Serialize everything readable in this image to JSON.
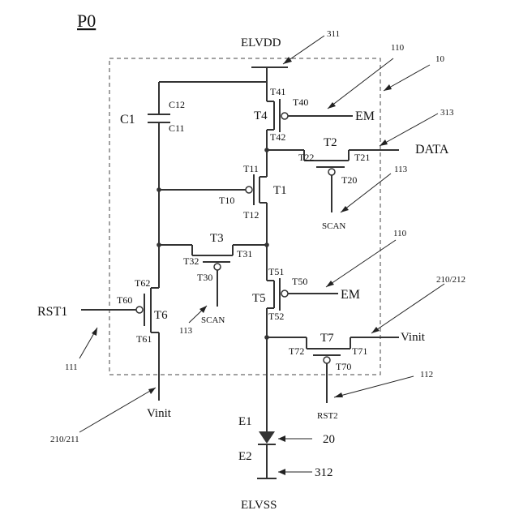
{
  "title": "P0",
  "boxes": {
    "pixel_circuit": "10"
  },
  "lines": {
    "ELVDD": "ELVDD",
    "ELVSS": "ELVSS",
    "DATA": "DATA",
    "EM_top": "EM",
    "EM_mid": "EM",
    "SCAN_t2": "SCAN",
    "SCAN_t3": "SCAN",
    "RST1": "RST1",
    "RST2": "RST2",
    "Vinit_right": "Vinit",
    "Vinit_bottom": "Vinit"
  },
  "capacitor": {
    "name": "C1",
    "plate_top": "C12",
    "plate_bottom": "C11"
  },
  "transistors": {
    "T1": {
      "name": "T1",
      "gate": "T10",
      "source": "T11",
      "drain": "T12"
    },
    "T2": {
      "name": "T2",
      "gate": "T20",
      "t21": "T21",
      "t22": "T22"
    },
    "T3": {
      "name": "T3",
      "gate": "T30",
      "t31": "T31",
      "t32": "T32"
    },
    "T4": {
      "name": "T4",
      "gate": "T40",
      "t41": "T41",
      "t42": "T42"
    },
    "T5": {
      "name": "T5",
      "gate": "T50",
      "t51": "T51",
      "t52": "T52"
    },
    "T6": {
      "name": "T6",
      "gate": "T60",
      "t61": "T61",
      "t62": "T62"
    },
    "T7": {
      "name": "T7",
      "gate": "T70",
      "t71": "T71",
      "t72": "T72"
    }
  },
  "diode": {
    "anode": "E1",
    "cathode": "E2"
  },
  "refs": {
    "r311": "311",
    "r110_top": "110",
    "r10": "10",
    "r313": "313",
    "r113_right": "113",
    "r110_mid": "110",
    "r210_212": "210/212",
    "r112": "112",
    "r20": "20",
    "r312": "312",
    "r111": "111",
    "r113_left": "113",
    "r210_211": "210/211"
  }
}
